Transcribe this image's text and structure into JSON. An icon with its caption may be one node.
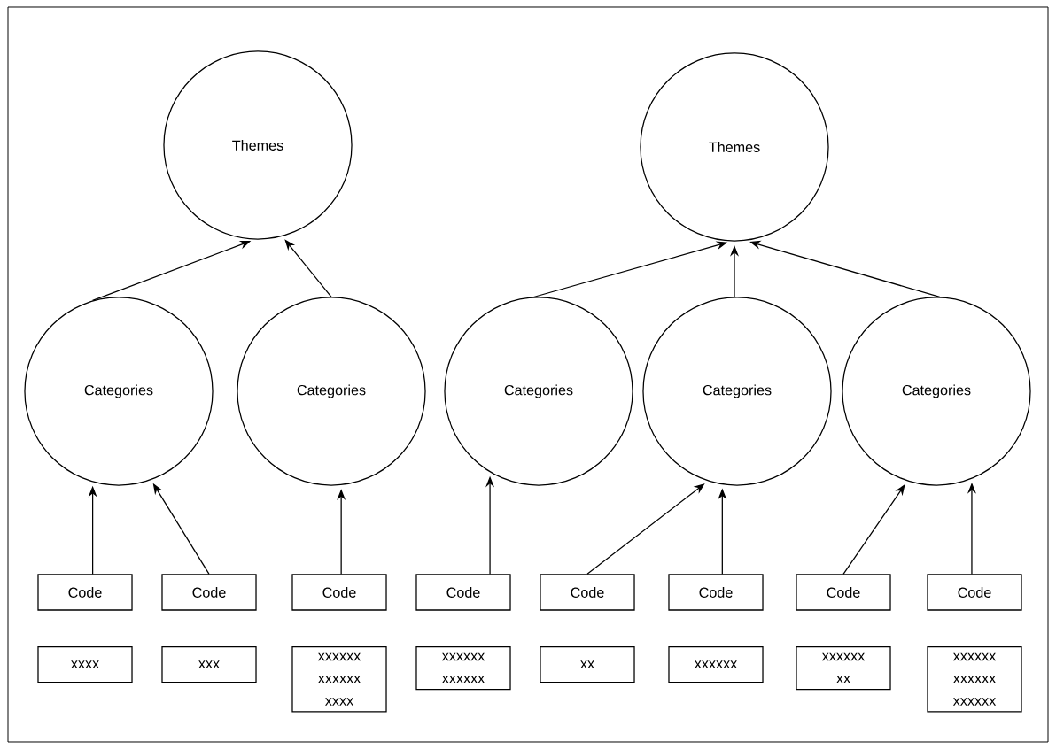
{
  "diagram": {
    "nodes": [
      {
        "text": [
          "Themes"
        ]
      },
      {
        "text": [
          "Themes"
        ]
      },
      {
        "text": [
          "Categories"
        ]
      },
      {
        "text": [
          "Categories"
        ]
      },
      {
        "text": [
          "Categories"
        ]
      },
      {
        "text": [
          "Categories"
        ]
      },
      {
        "text": [
          "Categories"
        ]
      },
      {
        "text": [
          "Code"
        ]
      },
      {
        "text": [
          "Code"
        ]
      },
      {
        "text": [
          "Code"
        ]
      },
      {
        "text": [
          "Code"
        ]
      },
      {
        "text": [
          "Code"
        ]
      },
      {
        "text": [
          "Code"
        ]
      },
      {
        "text": [
          "Code"
        ]
      },
      {
        "text": [
          "Code"
        ]
      },
      {
        "text": [
          "xxxx"
        ]
      },
      {
        "text": [
          "xxx"
        ]
      },
      {
        "text": [
          "xxxxxx xxxxxx xxxx"
        ]
      },
      {
        "text": [
          "xxxxxx xxxxxx"
        ]
      },
      {
        "text": [
          "xx"
        ]
      },
      {
        "text": [
          "xxxxxx"
        ]
      },
      {
        "text": [
          "xxxxxx xx"
        ]
      },
      {
        "text": [
          "xxxxxx xxxxxx xxxxxx"
        ]
      }
    ],
    "edges": [
      {
        "from": 2,
        "to": 0,
        "arrow": "to"
      },
      {
        "from": 3,
        "to": 0,
        "arrow": "to"
      },
      {
        "from": 4,
        "to": 1,
        "arrow": "to"
      },
      {
        "from": 5,
        "to": 1,
        "arrow": "to"
      },
      {
        "from": 6,
        "to": 1,
        "arrow": "to"
      },
      {
        "from": 7,
        "to": 2,
        "arrow": "to"
      },
      {
        "from": 8,
        "to": 2,
        "arrow": "to"
      },
      {
        "from": 9,
        "to": 3,
        "arrow": "to"
      },
      {
        "from": 10,
        "to": 4,
        "arrow": "to"
      },
      {
        "from": 11,
        "to": 5,
        "arrow": "to"
      },
      {
        "from": 12,
        "to": 5,
        "arrow": "to"
      },
      {
        "from": 13,
        "to": 6,
        "arrow": "to"
      },
      {
        "from": 14,
        "to": 6,
        "arrow": "to"
      }
    ]
  }
}
